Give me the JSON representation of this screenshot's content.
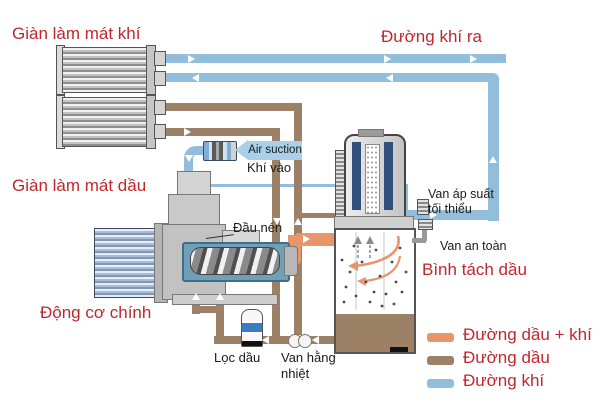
{
  "labels": {
    "air_cooler": "Giàn làm mát khí",
    "air_out": "Đường khí ra",
    "oil_cooler": "Giàn làm mát dầu",
    "main_motor": "Động cơ chính",
    "oil_separator": "Bình tách dầu"
  },
  "annotations": {
    "air_suction_en": "Air suction",
    "air_suction_vi": "Khí vào",
    "compression_head": "Đầu nén",
    "min_pressure_valve_line1": "Van áp suất",
    "min_pressure_valve_line2": "tối thiểu",
    "safety_valve": "Van an toàn",
    "oil_filter": "Lọc dầu",
    "thermostatic_valve_line1": "Van hằng",
    "thermostatic_valve_line2": "nhiệt"
  },
  "legend": {
    "items": [
      {
        "label": "Đường dầu + khí",
        "color": "#E8956B"
      },
      {
        "label": "Đường dầu",
        "color": "#9C8166"
      },
      {
        "label": "Đường khí",
        "color": "#92BEDC"
      }
    ]
  },
  "colors": {
    "label_red": "#C0272D",
    "air_pipe": "#92BEDC",
    "oil_pipe": "#9C8166",
    "oil_air_pipe": "#E8956B"
  }
}
